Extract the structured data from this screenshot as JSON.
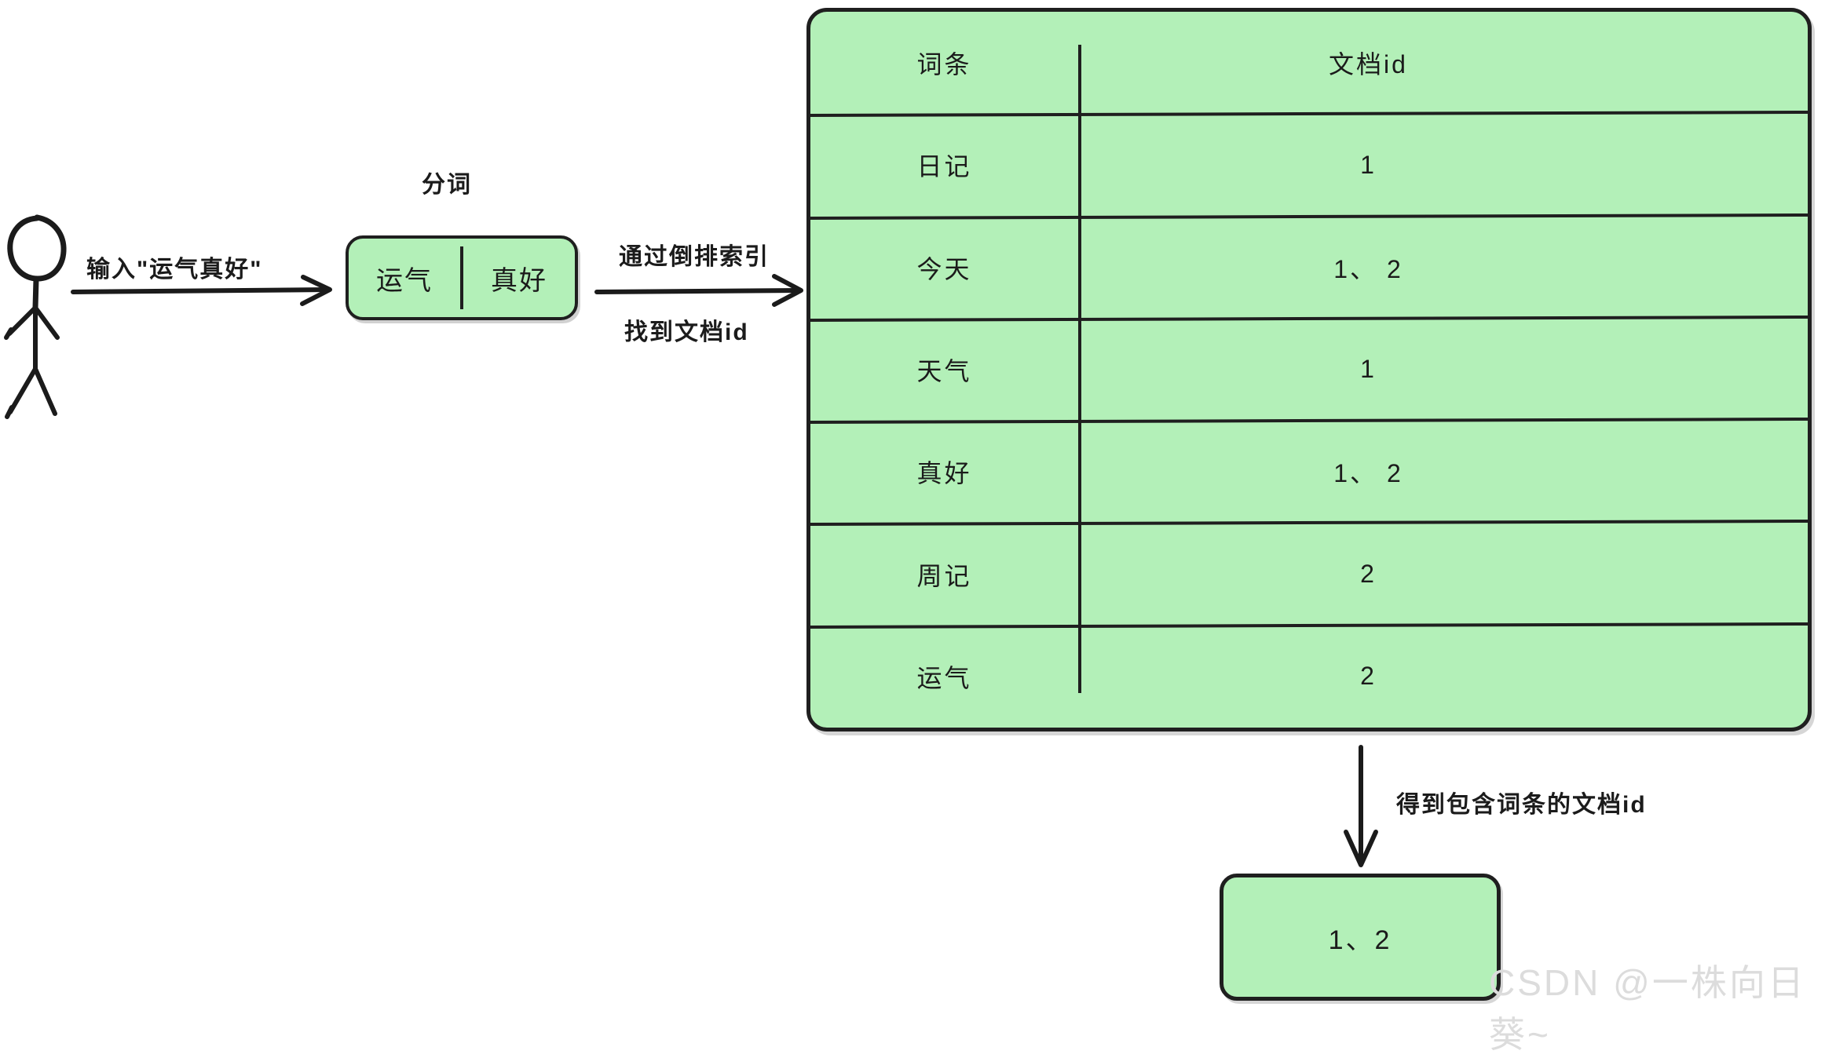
{
  "actor": {
    "name": "user-stick-figure"
  },
  "flow": {
    "input_arrow_label": "输入\"运气真好\"",
    "tokenize_label": "分词",
    "lookup_label_line1": "通过倒排索引",
    "lookup_label_line2": "找到文档id",
    "result_arrow_label": "得到包含词条的文档id"
  },
  "tokens": {
    "items": [
      "运气",
      "真好"
    ]
  },
  "index_table": {
    "headers": [
      "词条",
      "文档id"
    ],
    "rows": [
      {
        "term": "日记",
        "ids": "1"
      },
      {
        "term": "今天",
        "ids": "1、 2"
      },
      {
        "term": "天气",
        "ids": "1"
      },
      {
        "term": "真好",
        "ids": "1、 2"
      },
      {
        "term": "周记",
        "ids": "2"
      },
      {
        "term": "运气",
        "ids": "2"
      }
    ]
  },
  "result": {
    "value": "1、2"
  },
  "watermark": {
    "text": "CSDN @一株向日葵~"
  },
  "colors": {
    "box_fill": "#b3f0b8",
    "stroke": "#1f1f1f",
    "background": "#ffffff",
    "watermark": "#dcdcdc"
  }
}
